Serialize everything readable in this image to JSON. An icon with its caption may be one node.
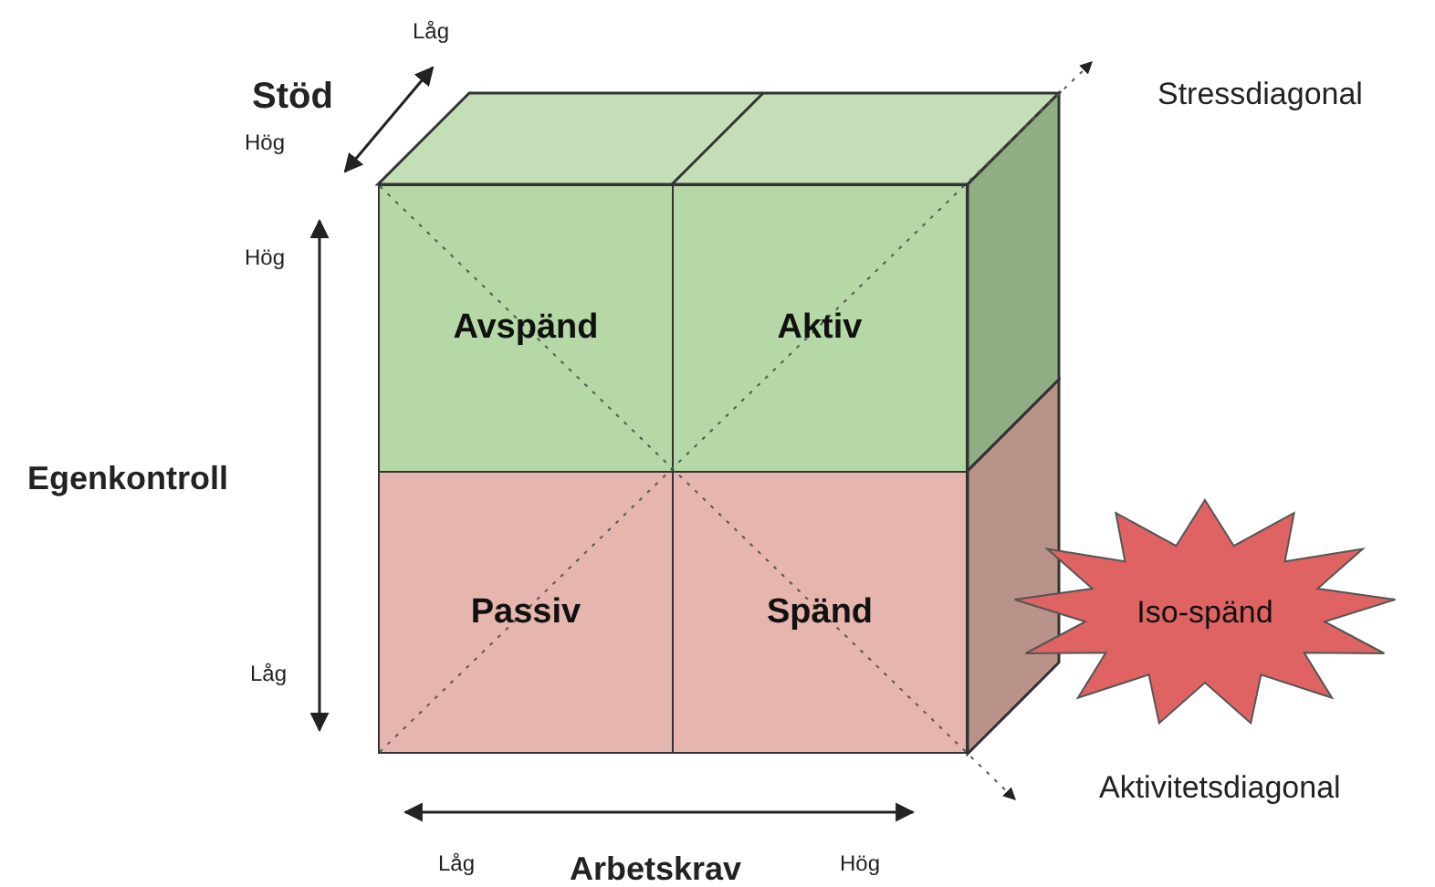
{
  "diagram": {
    "nodes": [
      {
        "text": [
          "Avspänd"
        ]
      },
      {
        "text": [
          "Aktiv"
        ]
      },
      {
        "text": [
          "Passiv"
        ]
      },
      {
        "text": [
          "Spänd"
        ]
      },
      {
        "text": [
          "Iso-spänd"
        ]
      }
    ],
    "labels": [
      "Låg",
      "Stöd",
      "Hög",
      "Stressdiagonal",
      "Hög",
      "Egenkontroll",
      "Låg",
      "Aktivitetsdiagonal",
      "Låg",
      "Arbetskrav",
      "Hög"
    ]
  }
}
